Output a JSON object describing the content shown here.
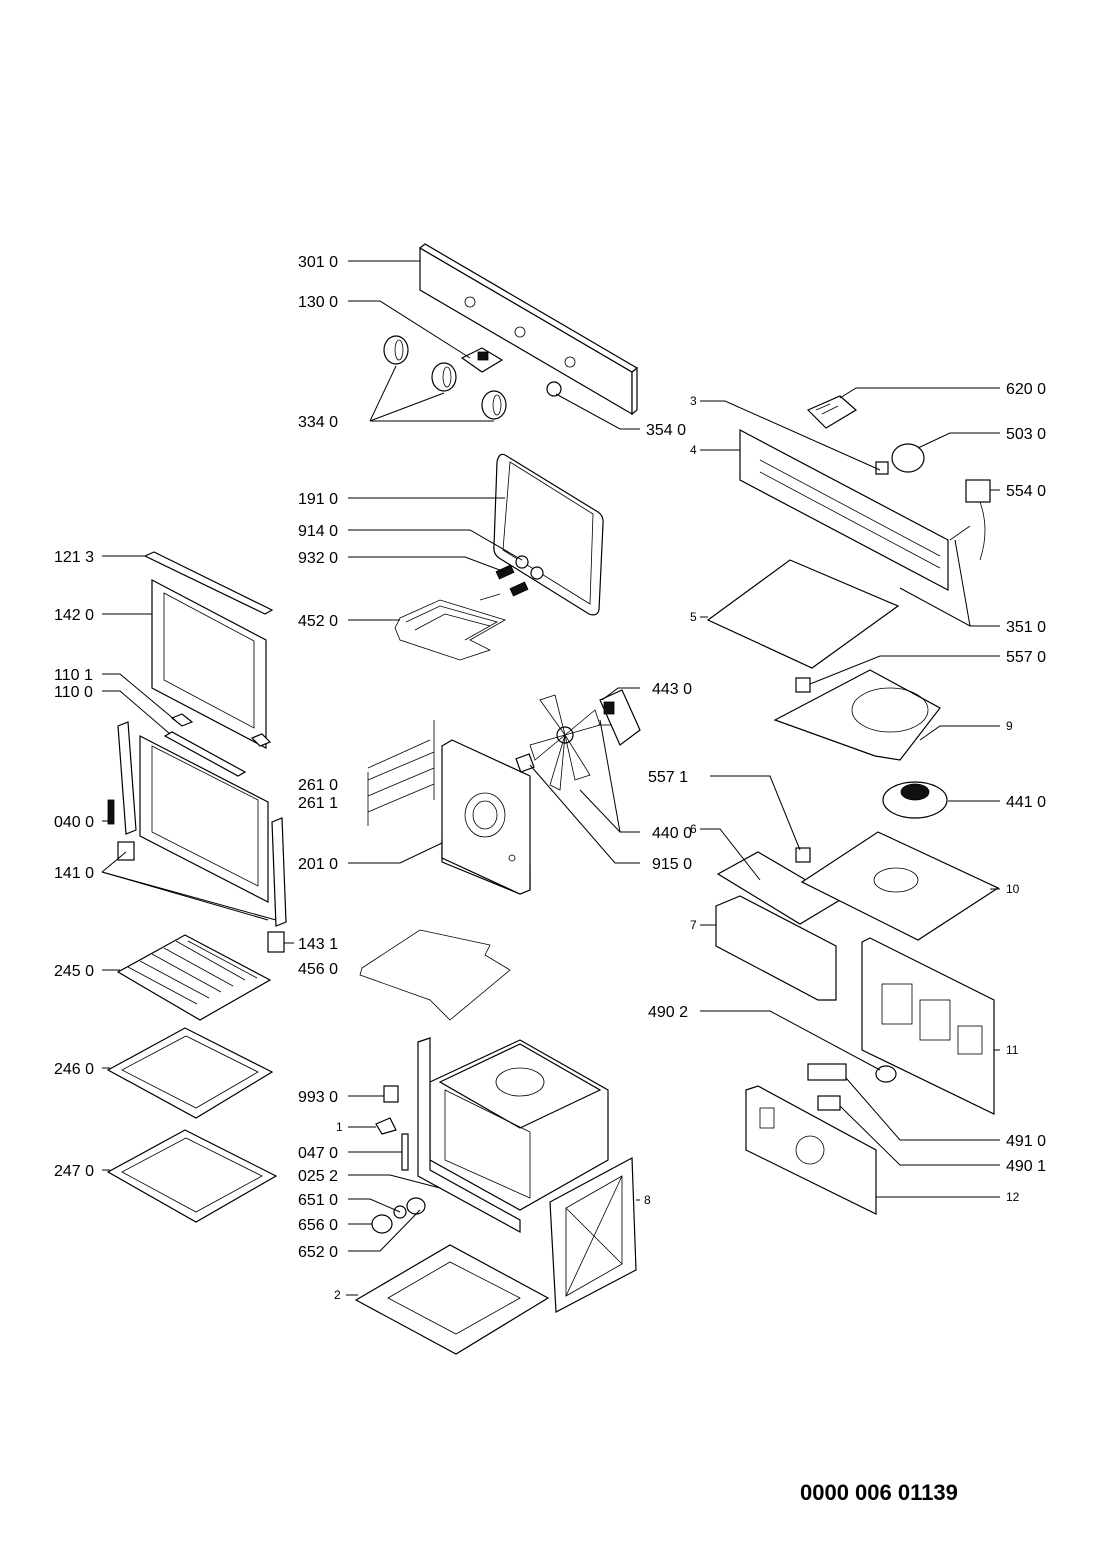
{
  "labels": {
    "p301_0": "301 0",
    "p130_0": "130 0",
    "p334_0": "334 0",
    "p354_0": "354 0",
    "p191_0": "191 0",
    "p914_0": "914 0",
    "p932_0": "932 0",
    "p452_0": "452 0",
    "p121_3": "121 3",
    "p142_0": "142 0",
    "p110_1": "110 1",
    "p110_0": "110 0",
    "p040_0": "040 0",
    "p141_0": "141 0",
    "p261_0": "261 0",
    "p261_1": "261 1",
    "p201_0": "201 0",
    "p143_1": "143 1",
    "p456_0": "456 0",
    "p245_0": "245 0",
    "p246_0": "246 0",
    "p247_0": "247 0",
    "p993_0": "993 0",
    "p1": "1",
    "p047_0": "047 0",
    "p025_2": "025 2",
    "p651_0": "651 0",
    "p656_0": "656 0",
    "p652_0": "652 0",
    "p2": "2",
    "p443_0": "443 0",
    "p557_1": "557 1",
    "p440_0": "440 0",
    "p915_0": "915 0",
    "p3": "3",
    "p4": "4",
    "p620_0": "620 0",
    "p503_0": "503 0",
    "p554_0": "554 0",
    "p5": "5",
    "p351_0": "351 0",
    "p557_0": "557 0",
    "p9": "9",
    "p441_0": "441 0",
    "p6": "6",
    "p10": "10",
    "p7": "7",
    "p490_2": "490 2",
    "p11": "11",
    "p491_0": "491 0",
    "p490_1": "490 1",
    "p12": "12",
    "p8": "8"
  },
  "document_number": "0000 006 01139"
}
